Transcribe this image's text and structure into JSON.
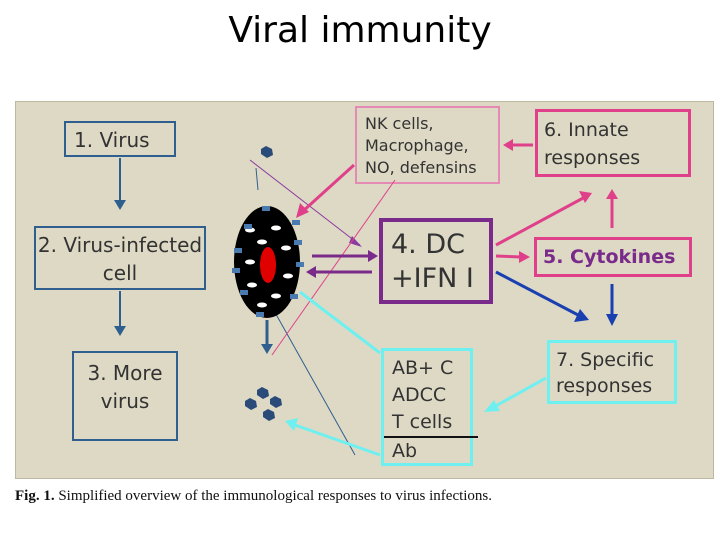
{
  "title": "Viral immunity",
  "boxes": {
    "virus": "1. Virus",
    "infected_line1": "2. Virus-infected",
    "infected_line2": "cell",
    "more_line1": "3. More",
    "more_line2": "virus",
    "nk_line1": "NK cells,",
    "nk_line2": "Macrophage,",
    "nk_line3": "NO, defensins",
    "innate_line1": "6. Innate",
    "innate_line2": "responses",
    "dc_line1": "4. DC",
    "dc_line2": "+IFN I",
    "cytokines": "5. Cytokines",
    "specific_line1": "7. Specific",
    "specific_line2": "responses",
    "ab_line1": "AB+ C",
    "ab_line2": "ADCC",
    "ab_line3": "T cells",
    "ab_line4": "Ab"
  },
  "caption": {
    "label": "Fig. 1.",
    "text": " Simplified overview of the immunological responses to virus infections."
  },
  "colors": {
    "background": "#ddd9c4",
    "blue": "#2f5f8f",
    "pink": "#e0408a",
    "purple": "#7a2a8a",
    "cyan": "#6ef0f0",
    "dark_blue": "#1a3fb0"
  }
}
